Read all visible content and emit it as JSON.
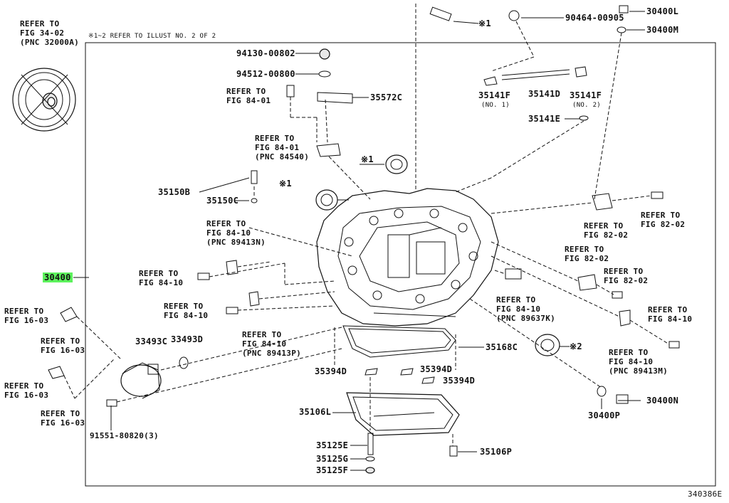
{
  "header_note": "※1~2 REFER TO ILLUST NO. 2 OF 2",
  "illustration_code": "340386E",
  "highlight_color": "#5cf25c",
  "parts": {
    "p30400": "30400",
    "p30400L": "30400L",
    "p30400M": "30400M",
    "p30400N": "30400N",
    "p30400P": "30400P",
    "p90464": "90464-00905",
    "p94130": "94130-00802",
    "p94512": "94512-00800",
    "p35572C": "35572C",
    "p35141F1": "35141F",
    "p35141F1_note": "(NO. 1)",
    "p35141D": "35141D",
    "p35141F2": "35141F",
    "p35141F2_note": "(NO. 2)",
    "p35141E": "35141E",
    "p35150B": "35150B",
    "p35150C": "35150C",
    "p33493C": "33493C",
    "p33493D": "33493D",
    "p35168C": "35168C",
    "p35394D_a": "35394D",
    "p35394D_b": "35394D",
    "p35394D_c": "35394D",
    "p35106L": "35106L",
    "p35125E": "35125E",
    "p35125G": "35125G",
    "p35125F": "35125F",
    "p35106P": "35106P",
    "p91551": "91551-80820(3)",
    "mark1_a": "※1",
    "mark1_b": "※1",
    "mark1_c": "※1",
    "mark2": "※2"
  },
  "refs": {
    "r_fig34": "REFER TO\nFIG 34-02\n(PNC 32000A)",
    "r_fig8401_a": "REFER TO\nFIG 84-01",
    "r_fig8401_b": "REFER TO\nFIG 84-01\n(PNC 84540)",
    "r_fig8410_a": "REFER TO\nFIG 84-10\n(PNC 89413N)",
    "r_fig8410_b": "REFER TO\nFIG 84-10",
    "r_fig8410_c": "REFER TO\nFIG 84-10",
    "r_fig8410_d": "REFER TO\nFIG 84-10\n(PNC 89413P)",
    "r_fig1603_a": "REFER TO\nFIG 16-03",
    "r_fig1603_b": "REFER TO\nFIG 16-03",
    "r_fig1603_c": "REFER TO\nFIG 16-03",
    "r_fig1603_d": "REFER TO\nFIG 16-03",
    "r_fig8202_a": "REFER TO\nFIG 82-02",
    "r_fig8202_b": "REFER TO\nFIG 82-02",
    "r_fig8202_c": "REFER TO\nFIG 82-02",
    "r_fig8202_d": "REFER TO\nFIG 82-02",
    "r_fig8410_e": "REFER TO\nFIG 84-10\n(PNC 89637K)",
    "r_fig8410_f": "REFER TO\nFIG 84-10",
    "r_fig8410_g": "REFER TO\nFIG 84-10\n(PNC 89413M)"
  }
}
